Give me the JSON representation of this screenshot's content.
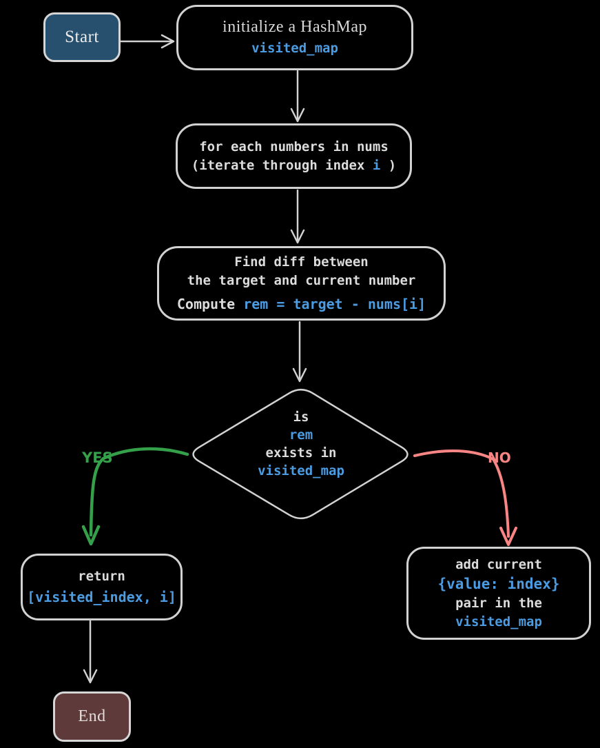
{
  "diagram": {
    "type": "flowchart",
    "topic": "Two Sum algorithm with a HashMap"
  },
  "nodes": {
    "start": {
      "label": "Start"
    },
    "init": {
      "title": "initialize a HashMap",
      "code": "visited_map"
    },
    "loop": {
      "line1": "for each numbers in nums",
      "line2_prefix": "(iterate through index ",
      "line2_var": "i",
      "line2_suffix": " )"
    },
    "compute": {
      "line1": "Find diff between",
      "line2": "the target and current number",
      "line3_prefix": "Compute ",
      "line3_code": "rem = target - nums[i]"
    },
    "decision": {
      "line1": "is",
      "line2": "rem",
      "line3": "exists in",
      "line4": "visited_map"
    },
    "return_node": {
      "line1": "return",
      "line2": "[visited_index, i]"
    },
    "add_node": {
      "line1": "add current",
      "line2": "{value: index}",
      "line3": "pair in the",
      "line4": "visited_map"
    },
    "end": {
      "label": "End"
    }
  },
  "edges": {
    "yes_label": "YES",
    "no_label": "NO"
  },
  "colors": {
    "background": "#000000",
    "shape_stroke": "#d2d2d2",
    "text_gray": "#dcdcdc",
    "code_blue": "#4b9ce2",
    "yes_green": "#35a04a",
    "no_red": "#f98585",
    "start_fill": "#27506e",
    "end_fill": "#5e3a3a"
  }
}
